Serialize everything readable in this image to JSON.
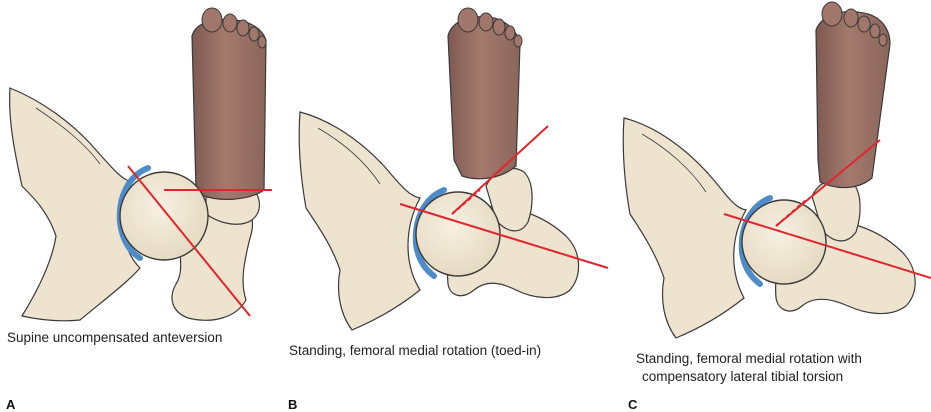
{
  "panels": [
    {
      "letter": "A",
      "caption": "Supine uncompensated anteversion"
    },
    {
      "letter": "B",
      "caption": "Standing, femoral medial rotation (toed-in)"
    },
    {
      "letter": "C",
      "caption_line1": "Standing, femoral medial rotation with",
      "caption_line2": "compensatory lateral tibial torsion"
    }
  ],
  "colors": {
    "bone_fill": "#ede3cf",
    "bone_outline": "#3a3a3a",
    "foot_fill": "#a1766b",
    "cartilage": "#4e8cc9",
    "axis_line": "#e0262c"
  }
}
